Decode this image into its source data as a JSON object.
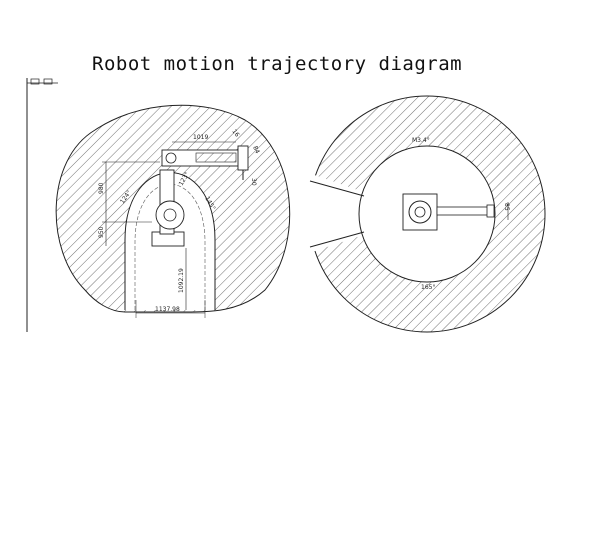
{
  "title": "Robot motion trajectory diagram",
  "side_view": {
    "dimensions": {
      "top_width": "1019",
      "vertical": "980",
      "inner_height": "950",
      "bottom_height": "1092.19",
      "bottom_width": "1137.98",
      "small_a": "16",
      "small_b": "84",
      "small_c": "30",
      "angle_top": "123°",
      "angle_left": "124°",
      "angle_right": "145°"
    }
  },
  "top_view": {
    "dimensions": {
      "top_angle": "M3.4°",
      "bottom_angle": "165°",
      "reach_arm": "85"
    }
  }
}
